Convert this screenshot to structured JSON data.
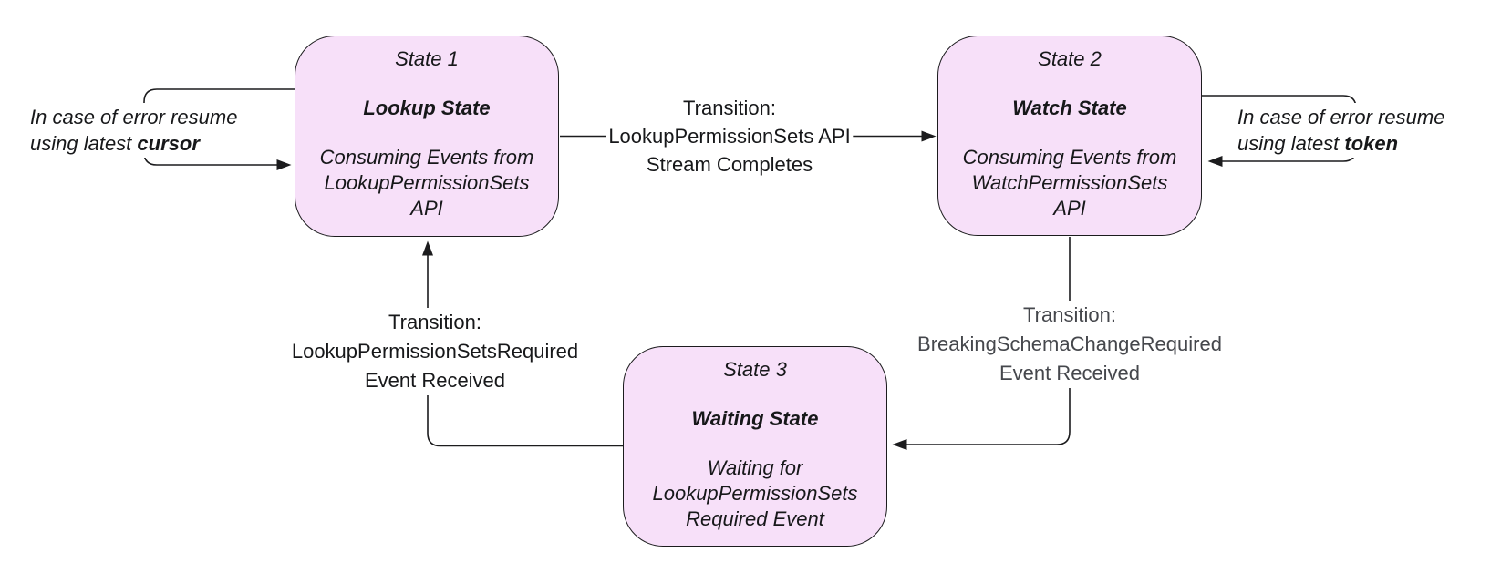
{
  "colors": {
    "background": "#ffffff",
    "state_fill": "#f7e0f9",
    "state_border": "#1c1c1e",
    "line": "#1c1c1e",
    "text_primary": "#17181a",
    "text_muted": "#45474c"
  },
  "states": [
    {
      "title": "State 1",
      "name": "Lookup State",
      "body": [
        "Consuming Events from",
        "LookupPermissionSets",
        "API"
      ]
    },
    {
      "title": "State 2",
      "name": "Watch State",
      "body": [
        "Consuming Events from",
        "WatchPermissionSets",
        "API"
      ]
    },
    {
      "title": "State 3",
      "name": "Waiting State",
      "body": [
        "Waiting for",
        "LookupPermissionSets",
        "Required Event"
      ]
    }
  ],
  "transitions": [
    {
      "from": "State 1",
      "to": "State 2",
      "lines": [
        "Transition:",
        "LookupPermissionSets API",
        "Stream Completes"
      ]
    },
    {
      "from": "State 2",
      "to": "State 3",
      "lines": [
        "Transition:",
        "BreakingSchemaChangeRequired",
        "Event Received"
      ]
    },
    {
      "from": "State 3",
      "to": "State 1",
      "lines": [
        "Transition:",
        "LookupPermissionSetsRequired",
        "Event Received"
      ]
    }
  ],
  "error_loops": [
    {
      "state": "State 1",
      "line1": "In case of error resume",
      "line2_prefix": "using latest ",
      "keyword": "cursor"
    },
    {
      "state": "State 2",
      "line1": "In case of error resume",
      "line2_prefix": "using latest ",
      "keyword": "token"
    }
  ]
}
